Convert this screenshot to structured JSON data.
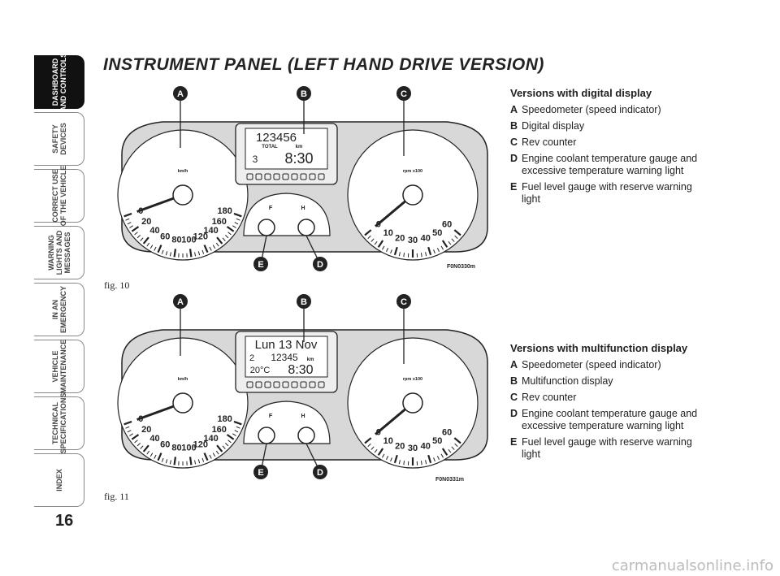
{
  "sidebar": {
    "tabs": [
      {
        "label": "DASHBOARD\nAND CONTROLS",
        "active": true
      },
      {
        "label": "SAFETY\nDEVICES",
        "active": false
      },
      {
        "label": "CORRECT USE\nOF THE VEHICLE",
        "active": false
      },
      {
        "label": "WARNING\nLIGHTS AND\nMESSAGES",
        "active": false
      },
      {
        "label": "IN AN\nEMERGENCY",
        "active": false
      },
      {
        "label": "VEHICLE\nMAINTENANCE",
        "active": false
      },
      {
        "label": "TECHNICAL\nSPECIFICATIONS",
        "active": false
      },
      {
        "label": "INDEX",
        "active": false
      }
    ]
  },
  "page_number": "16",
  "title": "INSTRUMENT PANEL (LEFT HAND DRIVE VERSION)",
  "figures": [
    {
      "label": "fig. 10",
      "code": "F0N0330m",
      "callouts": {
        "a": "A",
        "b": "B",
        "c": "C",
        "d": "D",
        "e": "E"
      },
      "display_line1": "123456",
      "display_total": "TOTAL",
      "display_km": "km",
      "display_gear": "3",
      "display_time": "8:30"
    },
    {
      "label": "fig. 11",
      "code": "F0N0331m",
      "callouts": {
        "a": "A",
        "b": "B",
        "c": "C",
        "d": "D",
        "e": "E"
      },
      "display_line1": "Lun 13 Nov",
      "display_gear": "2",
      "display_odo": "12345",
      "display_km": "km",
      "display_temp": "20°C",
      "display_time": "8:30"
    }
  ],
  "gauges": {
    "speed_labels": [
      "0",
      "20",
      "40",
      "60",
      "80",
      "100",
      "120",
      "140",
      "160",
      "180"
    ],
    "speed_unit": "km/h",
    "rev_labels": [
      "0",
      "10",
      "20",
      "30",
      "40",
      "50",
      "60"
    ],
    "rev_unit": "rpm x100",
    "fuel_f": "F",
    "temp_h": "H"
  },
  "sections": [
    {
      "heading": "Versions with digital display",
      "items": [
        {
          "key": "A",
          "text": "Speedometer (speed indicator)"
        },
        {
          "key": "B",
          "text": "Digital display"
        },
        {
          "key": "C",
          "text": "Rev counter"
        },
        {
          "key": "D",
          "text": "Engine coolant temperature gauge and excessive temperature warning light"
        },
        {
          "key": "E",
          "text": "Fuel level gauge with reserve warning light"
        }
      ]
    },
    {
      "heading": "Versions with multifunction display",
      "items": [
        {
          "key": "A",
          "text": "Speedometer (speed indicator)"
        },
        {
          "key": "B",
          "text": "Multifunction display"
        },
        {
          "key": "C",
          "text": "Rev counter"
        },
        {
          "key": "D",
          "text": "Engine coolant temperature gauge and excessive temperature warning light"
        },
        {
          "key": "E",
          "text": "Fuel level gauge with reserve warning light"
        }
      ]
    }
  ],
  "watermark": "carmanualsonline.info"
}
